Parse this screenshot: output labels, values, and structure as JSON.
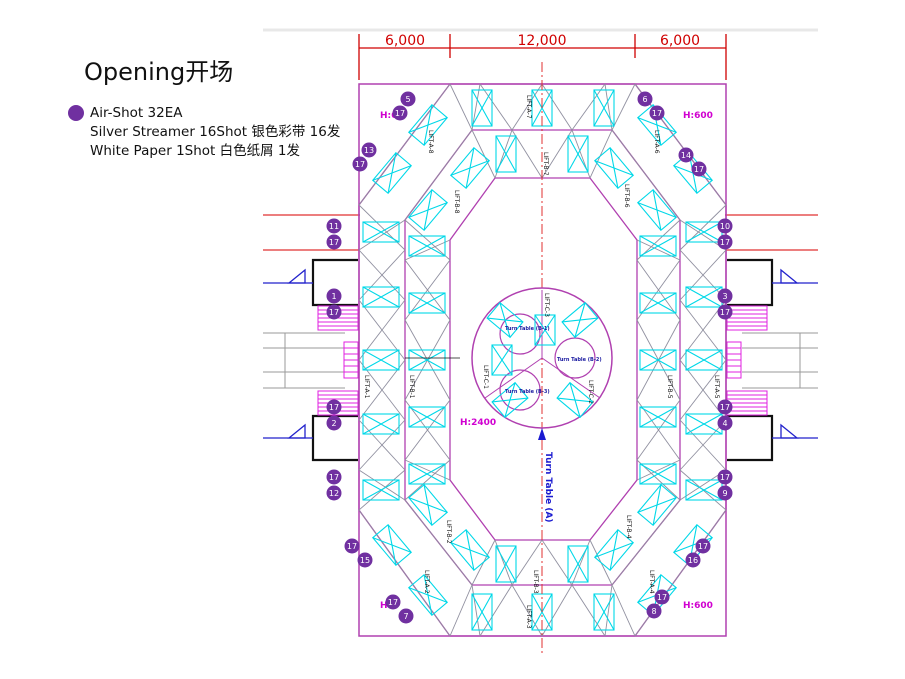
{
  "title": "Opening开场",
  "legend": {
    "dot_color": "#7030a0",
    "lines": [
      "Air-Shot 32EA",
      "Silver Streamer 16Shot 银色彩带 16发",
      "White Paper 1Shot 白色纸屑 1发"
    ]
  },
  "dimensions": [
    "6,000",
    "12,000",
    "6,000"
  ],
  "height_labels": {
    "top_left": "H:6",
    "top_right": "H:600",
    "center": "H:2400",
    "bottom_left": "H:6",
    "bottom_right": "H:600"
  },
  "lift_labels": {
    "a7": "LIFT-A-7",
    "a8": "LIFT-A-8",
    "a6": "LIFT-A-6",
    "b7": "LIFT-B-7",
    "b8": "LIFT-B-8",
    "b6": "LIFT-B-6",
    "a1": "LIFT-A-1",
    "b1": "LIFT-B-1",
    "c1": "LIFT-C-1",
    "c3": "LIFT-C-3",
    "c2": "LIFT-C-2",
    "b5": "LIFT-B-5",
    "a5": "LIFT-A-5",
    "b2": "LIFT-B-2",
    "a2": "LIFT-A-2",
    "b3": "LIFT-B-3",
    "a3": "LIFT-A-3",
    "b4": "LIFT-B-4",
    "a4": "LIFT-A-4"
  },
  "turn_tables": {
    "b1": "Turn Table (B-1)",
    "b2": "Turn Table (B-2)",
    "b3": "Turn Table (B-3)",
    "main": "Turn Table (A)"
  },
  "colors": {
    "dimension_red": "#d00000",
    "outline_magenta": "#b040b0",
    "truss_cyan": "#00d8e8",
    "marker_purple": "#7030a0",
    "label_magenta": "#d000d0",
    "text_blue": "#1a1ad0"
  },
  "markers": [
    {
      "id": "m1",
      "label": "5"
    },
    {
      "id": "m2",
      "label": "17"
    },
    {
      "id": "m3",
      "label": "13"
    },
    {
      "id": "m4",
      "label": "17"
    },
    {
      "id": "m5",
      "label": "11"
    },
    {
      "id": "m6",
      "label": "17"
    },
    {
      "id": "m7",
      "label": "1"
    },
    {
      "id": "m8",
      "label": "17"
    },
    {
      "id": "m9",
      "label": "17"
    },
    {
      "id": "m10",
      "label": "2"
    },
    {
      "id": "m11",
      "label": "17"
    },
    {
      "id": "m12",
      "label": "12"
    },
    {
      "id": "m13",
      "label": "17"
    },
    {
      "id": "m14",
      "label": "15"
    },
    {
      "id": "m15",
      "label": "17"
    },
    {
      "id": "m16",
      "label": "7"
    },
    {
      "id": "m17",
      "label": "6"
    },
    {
      "id": "m18",
      "label": "17"
    },
    {
      "id": "m19",
      "label": "14"
    },
    {
      "id": "m20",
      "label": "17"
    },
    {
      "id": "m21",
      "label": "10"
    },
    {
      "id": "m22",
      "label": "17"
    },
    {
      "id": "m23",
      "label": "3"
    },
    {
      "id": "m24",
      "label": "17"
    },
    {
      "id": "m25",
      "label": "17"
    },
    {
      "id": "m26",
      "label": "4"
    },
    {
      "id": "m27",
      "label": "17"
    },
    {
      "id": "m28",
      "label": "9"
    },
    {
      "id": "m29",
      "label": "17"
    },
    {
      "id": "m30",
      "label": "16"
    },
    {
      "id": "m31",
      "label": "17"
    },
    {
      "id": "m32",
      "label": "8"
    }
  ]
}
